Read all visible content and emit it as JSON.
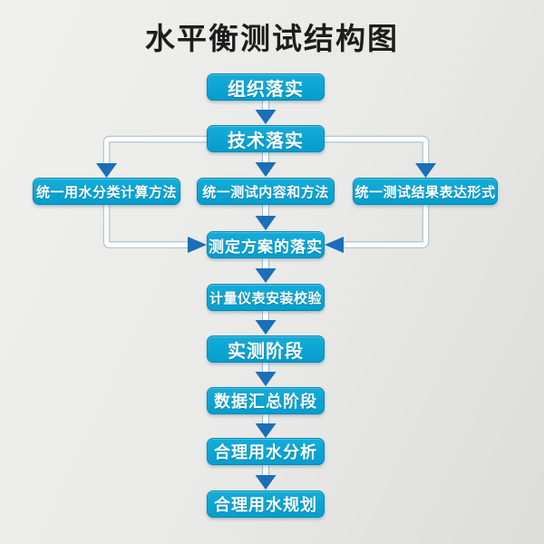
{
  "title": "水平衡测试结构图",
  "colors": {
    "bg_start": "#f0f0ee",
    "bg_end": "#dcdcda",
    "title_color": "#1d1d1d",
    "node_fill_top": "#15acd8",
    "node_fill_bottom": "#049ecd",
    "node_border": "#0489b4",
    "node_text": "#ffffff",
    "arrow": "#1a6fb8",
    "pipe_stroke": "#a3bac7",
    "pipe_fill": "#fcfdfe"
  },
  "flow": {
    "nodes": [
      {
        "id": "organization-implementation",
        "label": "组织落实"
      },
      {
        "id": "technical-implementation",
        "label": "技术落实"
      },
      {
        "id": "unified-water-classification-method",
        "label": "统一用水分类计算方法"
      },
      {
        "id": "unified-test-content-method",
        "label": "统一测试内容和方法"
      },
      {
        "id": "unified-result-expression",
        "label": "统一测试结果表达形式"
      },
      {
        "id": "measurement-plan-implementation",
        "label": "测定方案的落实"
      },
      {
        "id": "meter-installation-calibration",
        "label": "计量仪表安装校验"
      },
      {
        "id": "actual-measurement-phase",
        "label": "实测阶段"
      },
      {
        "id": "data-summary-phase",
        "label": "数据汇总阶段"
      },
      {
        "id": "rational-water-use-analysis",
        "label": "合理用水分析"
      },
      {
        "id": "rational-water-use-planning",
        "label": "合理用水规划"
      }
    ]
  }
}
